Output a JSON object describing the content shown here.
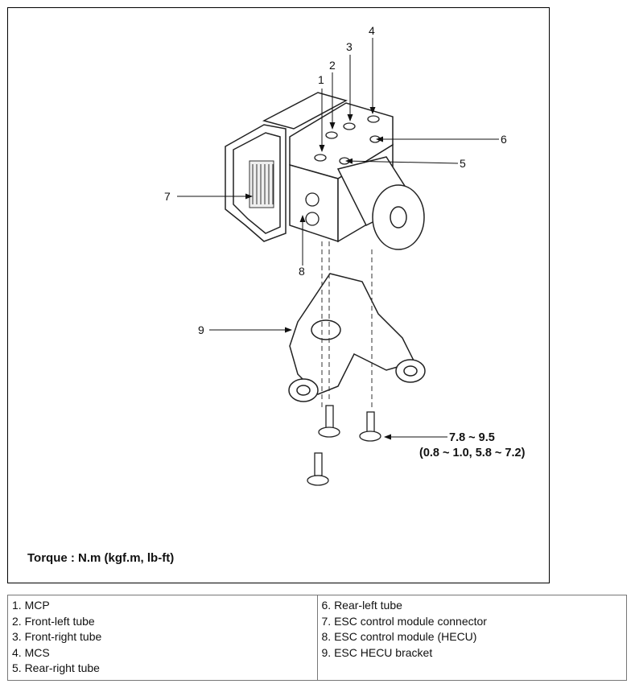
{
  "callouts": [
    "1",
    "2",
    "3",
    "4",
    "5",
    "6",
    "7",
    "8",
    "9"
  ],
  "torque_spec": {
    "value": "7.8 ~ 9.5",
    "alternate": "(0.8 ~ 1.0, 5.8 ~ 7.2)"
  },
  "torque_label": "Torque : N.m (kgf.m, lb-ft)",
  "legend": {
    "left": [
      "1. MCP",
      "2. Front-left tube",
      "3. Front-right tube",
      "4. MCS",
      "5. Rear-right tube"
    ],
    "right": [
      "6. Rear-left tube",
      "7. ESC control module connector",
      "8. ESC control module (HECU)",
      "9. ESC HECU bracket"
    ]
  }
}
